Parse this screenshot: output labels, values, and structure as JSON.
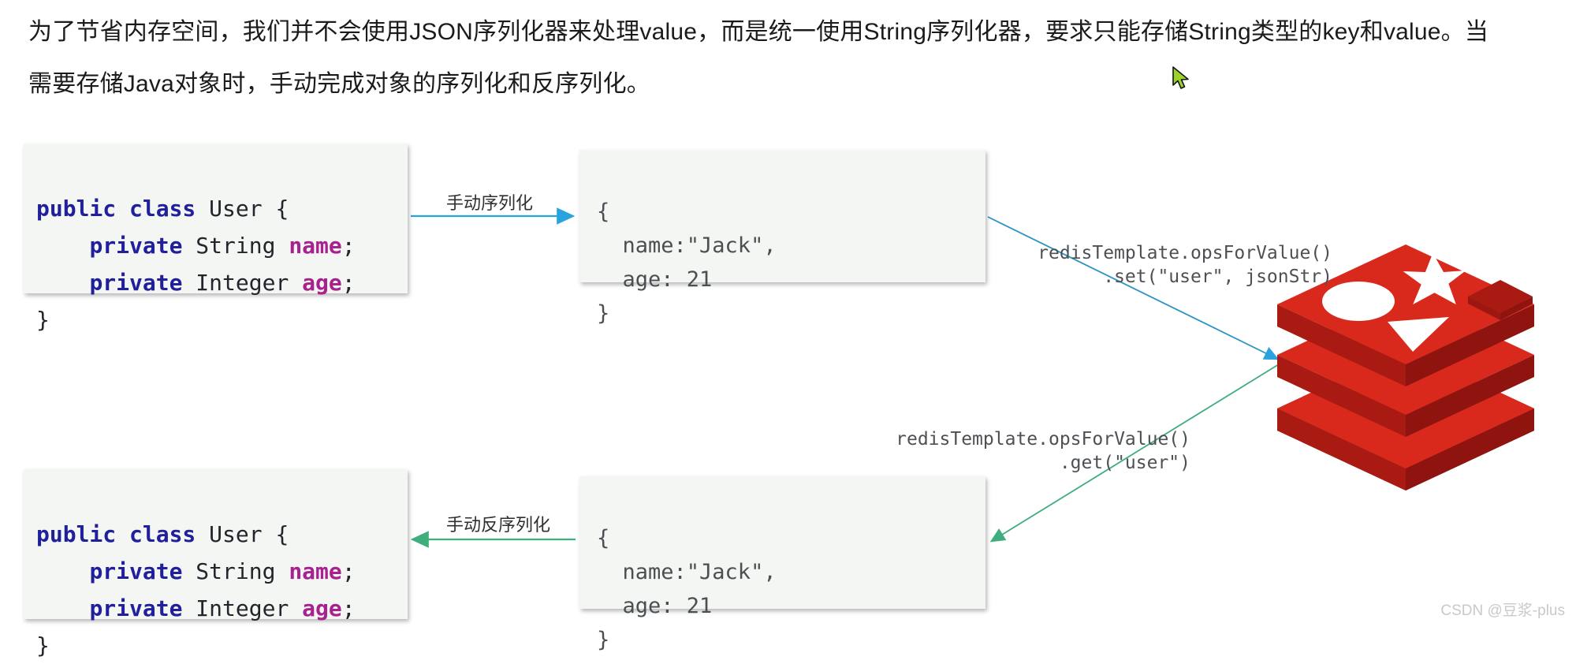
{
  "header": {
    "paragraph": "为了节省内存空间，我们并不会使用JSON序列化器来处理value，而是统一使用String序列化器，要求只能存储String类型的key和value。当需要存储Java对象时，手动完成对象的序列化和反序列化。"
  },
  "java_class": {
    "line1_kw": "public class",
    "line1_type": " User {",
    "line2_kw": "private",
    "line2_type": " String ",
    "line2_field": "name",
    "line2_end": ";",
    "line3_kw": "private",
    "line3_type": " Integer ",
    "line3_field": "age",
    "line3_end": ";",
    "line4": "}"
  },
  "json_object": {
    "line1": "{",
    "line2": "  name:\"Jack\",",
    "line3": "  age: 21",
    "line4": "}"
  },
  "labels": {
    "serialize": "手动序列化",
    "deserialize": "手动反序列化",
    "redis_set_line1": "redisTemplate.opsForValue()",
    "redis_set_line2": ".set(\"user\", jsonStr)",
    "redis_get_line1": "redisTemplate.opsForValue()",
    "redis_get_line2": ".get(\"user\")"
  },
  "icons": {
    "redis_logo": "redis-logo",
    "cursor": "mouse-cursor-arrow"
  },
  "colors": {
    "arrow_blue": "#29a3dd",
    "arrow_green": "#3fae7c",
    "panel_bg": "#f3f6f3",
    "keyword": "#21209c",
    "field": "#a8228f",
    "redis_red": "#d9291c",
    "redis_red_dark": "#a91b12",
    "redis_red_mid": "#c42116",
    "cursor_green": "#9ad32c"
  },
  "watermark": {
    "text": "CSDN @豆浆-plus"
  }
}
